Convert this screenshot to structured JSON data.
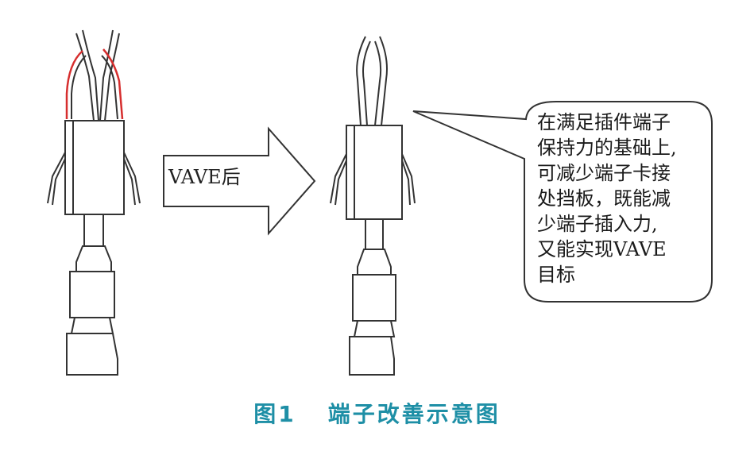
{
  "arrow": {
    "label": "VAVE后"
  },
  "callout": {
    "lines": [
      "在满足插件端子",
      "保持力的基础上,",
      "可减少端子卡接",
      "处挡板，既能减",
      "少端子插入力,",
      "又能实现VAVE",
      "目标"
    ]
  },
  "caption": {
    "figure_number": "图1",
    "title": "端子改善示意图"
  },
  "colors": {
    "caption": "#1e8fa6",
    "highlight": "#d62e2e",
    "line": "#333333"
  }
}
